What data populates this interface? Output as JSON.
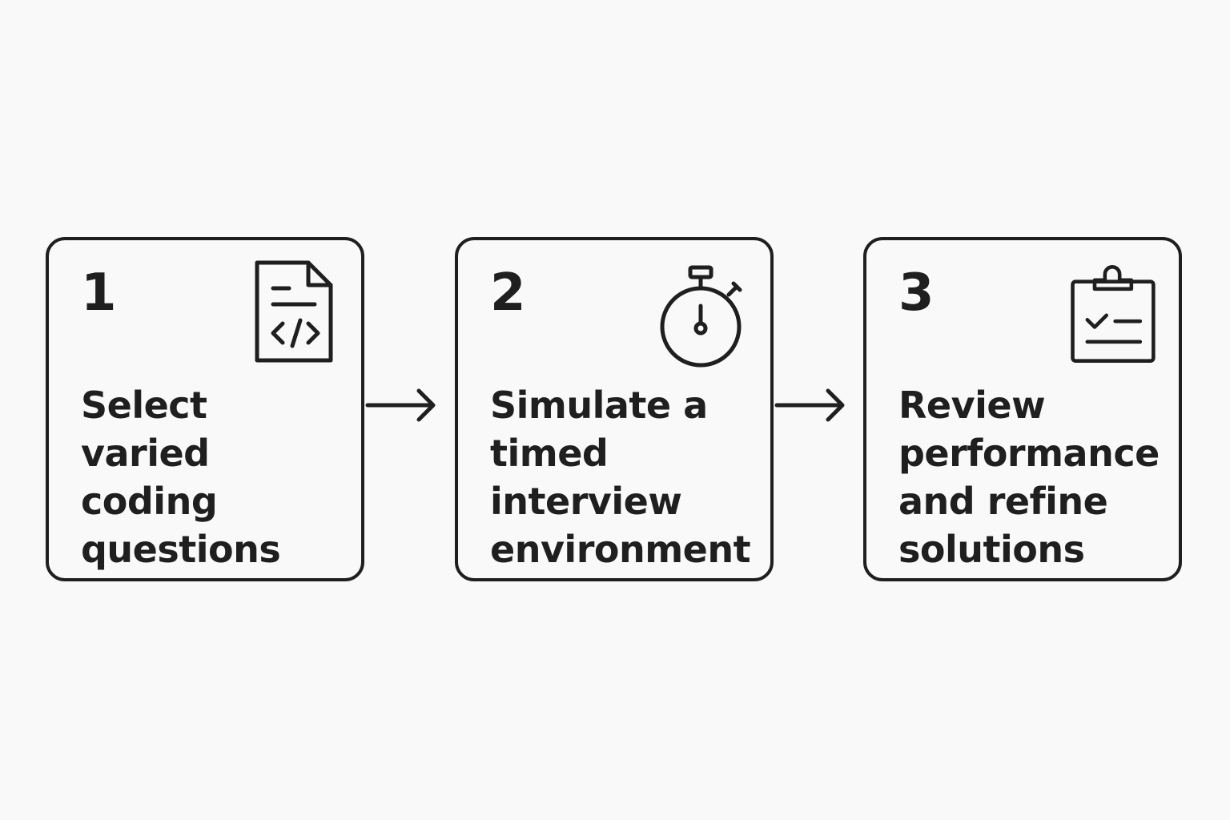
{
  "steps": [
    {
      "number": "1",
      "icon": "code-file-icon",
      "text": "Select varied coding questions"
    },
    {
      "number": "2",
      "icon": "stopwatch-icon",
      "text": "Simulate a timed interview environment"
    },
    {
      "number": "3",
      "icon": "clipboard-checklist-icon",
      "text": "Review performance and refine solutions"
    }
  ],
  "colors": {
    "background": "#f8f9f8",
    "stroke": "#1f1f1f"
  }
}
